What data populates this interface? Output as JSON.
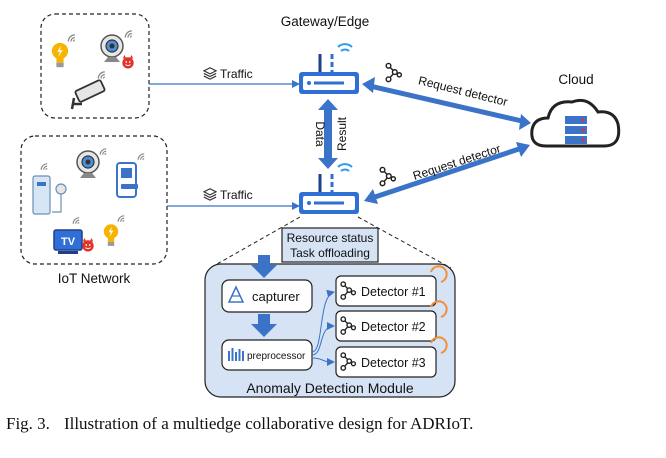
{
  "diagram": {
    "gateway_title": "Gateway/Edge",
    "cloud_label": "Cloud",
    "iot_network_label": "IoT Network",
    "traffic_top": "Traffic",
    "traffic_bottom": "Traffic",
    "data_label": "Data",
    "result_label": "Result",
    "request_top": "Request detector",
    "request_bottom": "Request detector",
    "resource_status": "Resource status",
    "task_offloading": "Task offloading",
    "capturer": "capturer",
    "preprocessor": "preprocessor",
    "detectors": [
      "Detector #1",
      "Detector #2",
      "Detector #3"
    ],
    "module_label": "Anomaly Detection Module",
    "tv_text": "TV",
    "colors": {
      "arrow_blue": "#3b73c9",
      "router_blue": "#2f6fd6",
      "module_fill": "#d6e3f5",
      "accent_orange": "#f0913a",
      "bulb_yellow": "#f6b400",
      "devil_red": "#e2332a"
    }
  },
  "caption": {
    "number": "Fig. 3.",
    "text": "Illustration of a multiedge collaborative design for ADRIoT."
  }
}
